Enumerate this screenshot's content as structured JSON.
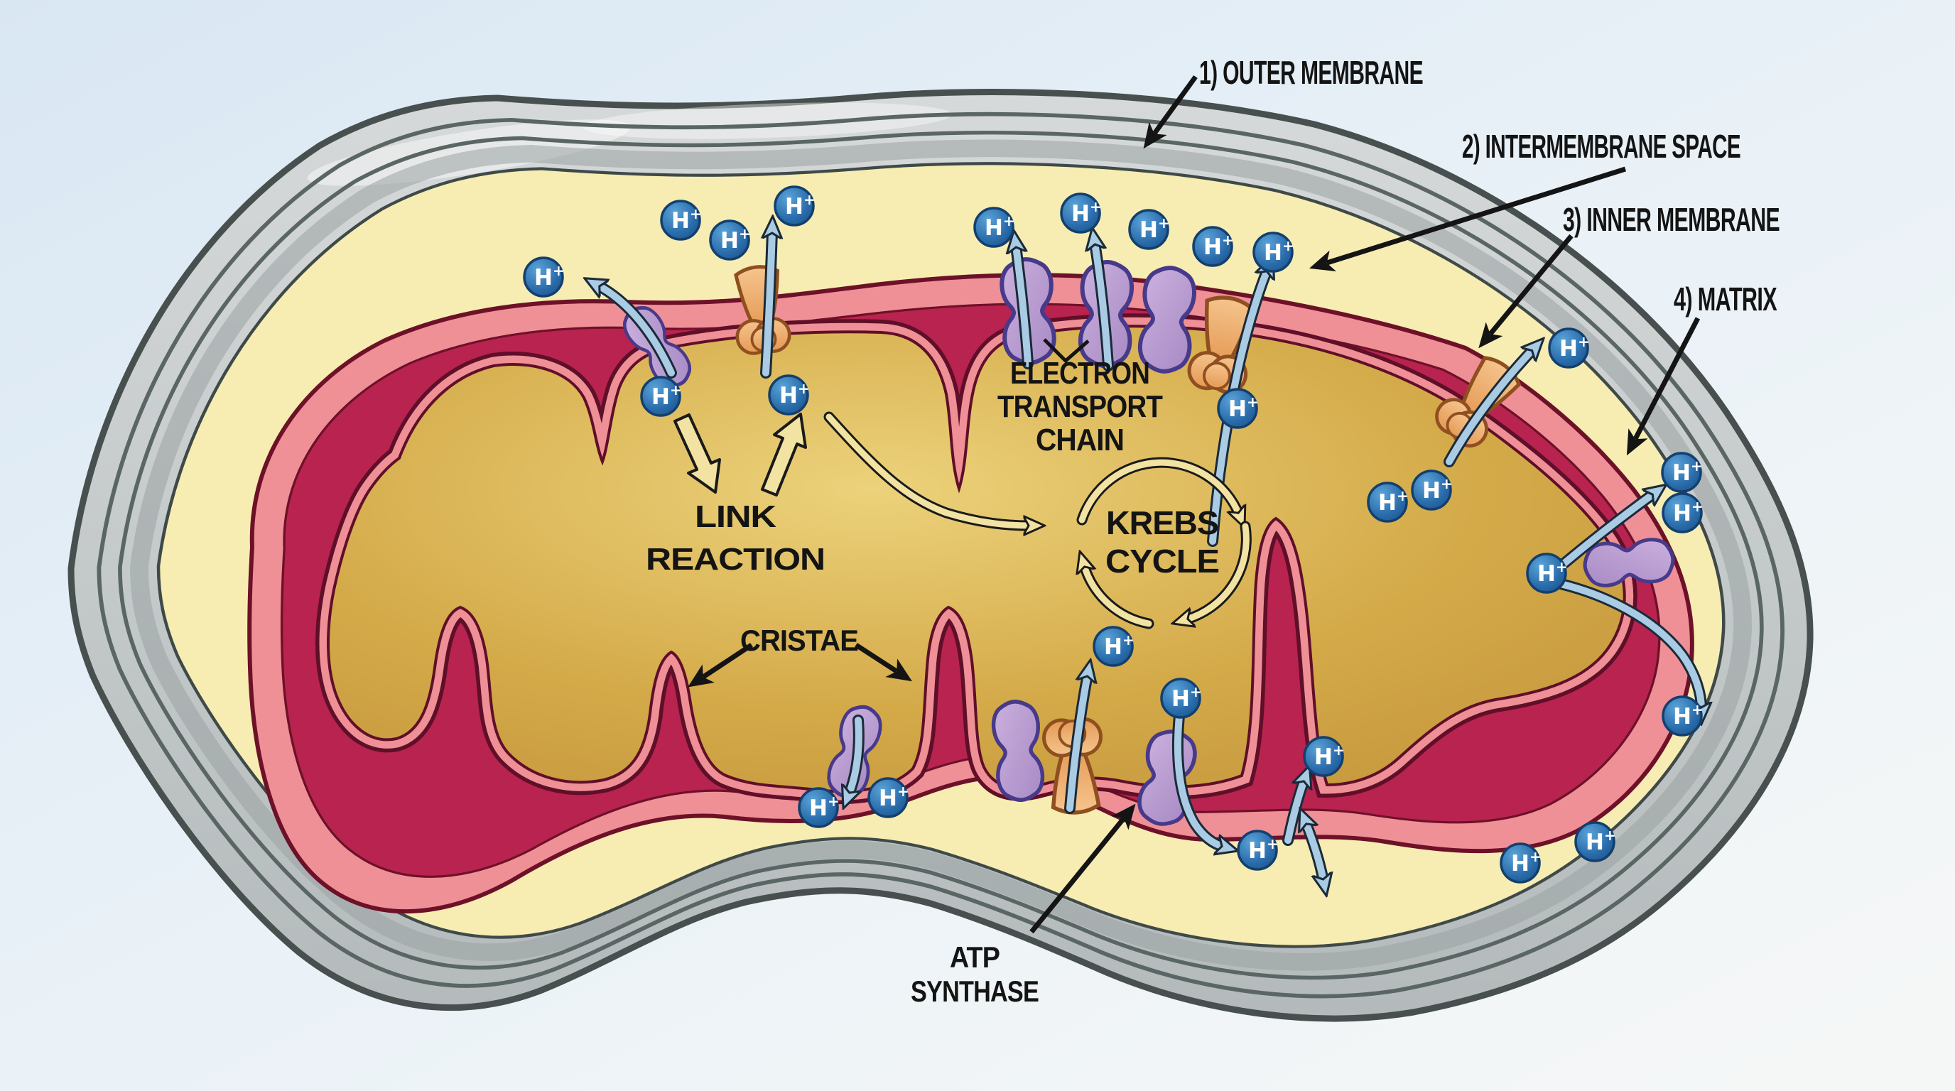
{
  "figure": {
    "type": "biology-diagram",
    "subject": "Mitochondrion structure and aerobic respiration",
    "background": "#e6eff7",
    "colors": {
      "outer_membrane_gray": "#c8cccd",
      "membrane_line": "#47504e",
      "intermembrane_cream": "#f7edb2",
      "inner_membrane_salmon": "#ef9097",
      "inner_membrane_crimson": "#b82350",
      "matrix_gold": "#d2a845",
      "ion_blue": "#2a6cab",
      "proton_arrow_blue": "#a9cbe3",
      "protein_purple": "#b396cc",
      "protein_orange": "#efae72",
      "cycle_arrow_yellow": "#f2e3a2",
      "label_black": "#141414"
    }
  },
  "callouts": {
    "outer_membrane": "1) OUTER MEMBRANE",
    "intermembrane_space": "2) INTERMEMBRANE SPACE",
    "inner_membrane": "3) INNER MEMBRANE",
    "matrix": "4) MATRIX"
  },
  "process_labels": {
    "etc": [
      "ELECTRON",
      "TRANSPORT",
      "CHAIN"
    ],
    "krebs": [
      "KREBS",
      "CYCLE"
    ],
    "link": [
      "LINK",
      "REACTION"
    ],
    "cristae": "CRISTAE",
    "atp_synthase": [
      "ATP",
      "SYNTHASE"
    ]
  },
  "ion": {
    "symbol": "H",
    "charge": "+"
  }
}
